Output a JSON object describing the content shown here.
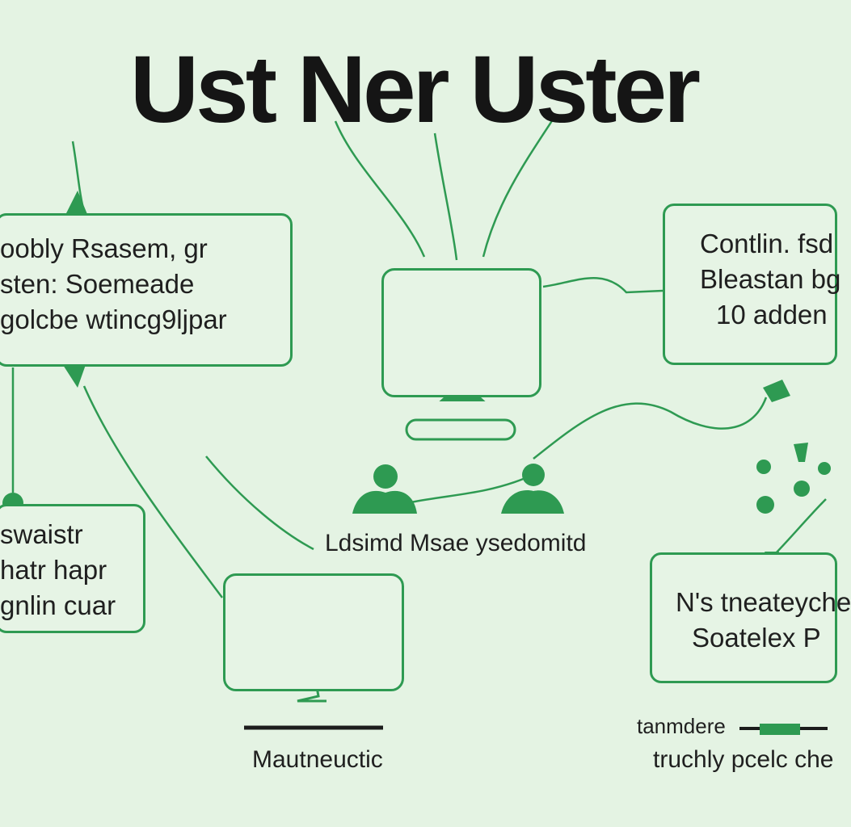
{
  "title": "Ust Ner Uster",
  "boxes": {
    "top_left": {
      "lines": [
        "oobly Rsasem, gr",
        "sten: Soemeade",
        "golcbe wtincg9ljpar"
      ]
    },
    "top_right": {
      "lines": [
        "Contlin. fsd",
        "Bleastan bg",
        "10   adden"
      ]
    },
    "bottom_left": {
      "lines": [
        "swaistr",
        "hatr hapr",
        "gnlin cuar"
      ]
    },
    "bottom_right": {
      "lines": [
        "N's tneateyche",
        "Soatelex P"
      ]
    }
  },
  "captions": {
    "people": "Ldsimd  Msae ysedomitd",
    "bottom_center": "Mautneuctic",
    "bottom_right": [
      "tanmdere",
      "truchly pcelc che"
    ]
  },
  "colors": {
    "background": "#e4f3e3",
    "accent": "#2e9a52",
    "text": "#1c1c1c"
  }
}
